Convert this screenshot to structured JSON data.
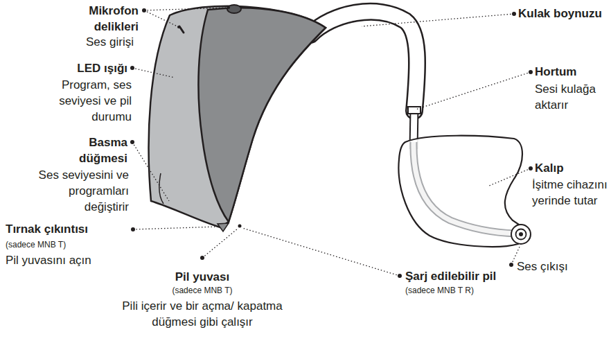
{
  "diagram": {
    "labels": [
      "Mikrofon delikleri",
      "Ses girişi",
      "LED ışığı",
      "Program, ses seviyesi ve pil durumu",
      "Basma düğmesi",
      "Ses seviyesini ve programları değiştirir",
      "Tırnak çıkıntısı",
      "(sadece MNB T)",
      "Pil yuvasını açın",
      "Pil yuvası",
      "(sadece MNB T)",
      "Pili içerir ve bir açma/ kapatma düğmesi gibi çalışır",
      "Şarj edilebilir pil",
      "(sadece MNB T R)",
      "Kulak boynuzu",
      "Hortum",
      "Sesi kulağa aktarır",
      "Kalıp",
      "İşitme cihazını yerinde tutar",
      "Ses çıkışı"
    ]
  }
}
